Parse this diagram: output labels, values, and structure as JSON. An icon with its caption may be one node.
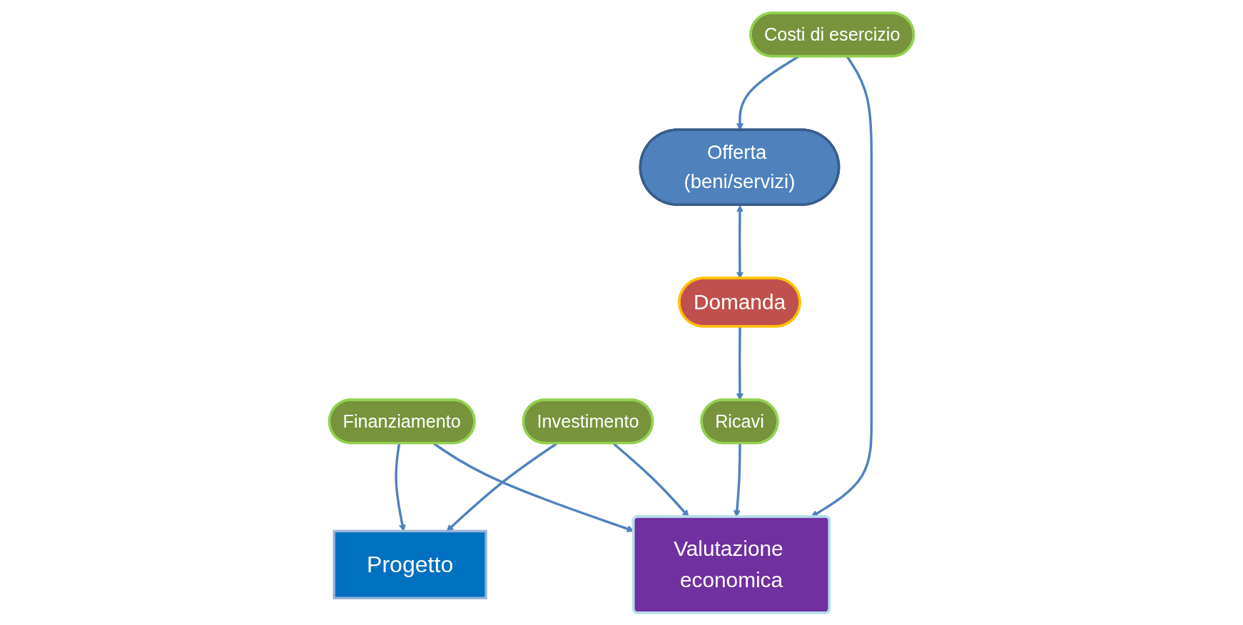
{
  "diagram": {
    "nodes": [
      {
        "text": [
          "Finanziamento"
        ]
      },
      {
        "text": [
          "Investimento"
        ]
      },
      {
        "text": [
          "Progetto"
        ]
      },
      {
        "text": [
          "Offerta (beni/servizi)"
        ]
      },
      {
        "text": [
          "Domanda"
        ]
      },
      {
        "text": [
          "Costi di esercizio"
        ]
      },
      {
        "text": [
          "Ricavi"
        ]
      },
      {
        "text": [
          "Valutazione economica"
        ]
      }
    ],
    "edges": [
      {
        "from": 0,
        "to": 2,
        "arrow": "to"
      },
      {
        "from": 1,
        "to": 2,
        "arrow": "to"
      },
      {
        "from": 3,
        "to": 4,
        "arrow": "both"
      },
      {
        "from": 5,
        "to": 3,
        "arrow": "to"
      },
      {
        "from": 4,
        "to": 6,
        "arrow": "to"
      },
      {
        "from": 0,
        "to": 7,
        "arrow": "to"
      },
      {
        "from": 1,
        "to": 7,
        "arrow": "to"
      },
      {
        "from": 5,
        "to": 7,
        "arrow": "to"
      },
      {
        "from": 6,
        "to": 7,
        "arrow": "to"
      }
    ]
  }
}
